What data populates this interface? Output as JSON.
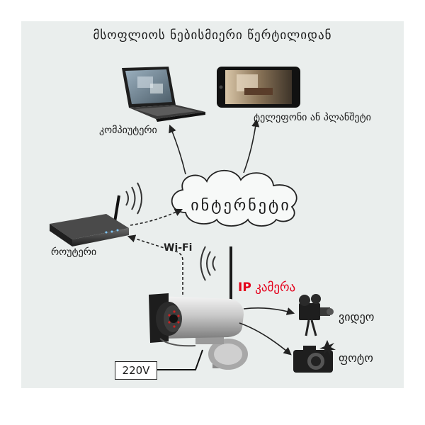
{
  "title": "მსოფლიოს ნებისმიერი წერტილიდან",
  "nodes": {
    "computer": "კომპიუტერი",
    "phone": "ტელეფონი ან პლანშეტი",
    "internet": "ინტერნეტი",
    "router": "როუტერი",
    "wifi": "Wi-Fi",
    "ip_prefix": "IP",
    "camera": "კამერა",
    "video": "ვიდეო",
    "photo": "ფოტო",
    "voltage": "220V"
  },
  "colors": {
    "panel": "#eaeeed",
    "ip_accent": "#e4001b",
    "line": "#222222"
  }
}
